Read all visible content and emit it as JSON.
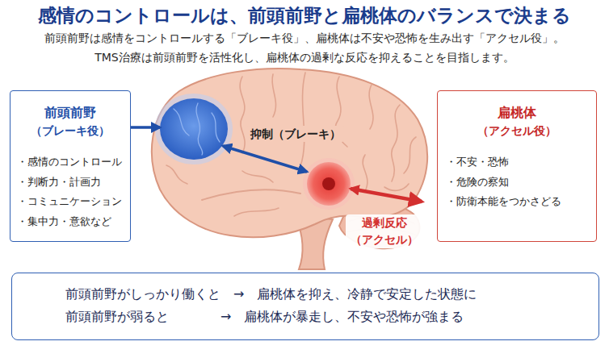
{
  "diagram": {
    "title": "感情のコントロールは、前頭前野と扁桃体のバランスで決まる",
    "nodes": [
      {
        "text": [
          "前頭前野",
          "（ブレーキ役）",
          "・感情のコントロール",
          "・判断力・計画力",
          "・コミュニケーション",
          "・集中力・意欲など"
        ]
      },
      {
        "text": [
          "扁桃体",
          "（アクセル役）",
          "・不安・恐怖",
          "・危険の察知",
          "・防衛本能をつかさどる"
        ]
      },
      {
        "text": [
          "前頭前野がしっかり働くと　→　扁桃体を抑え、冷静で安定した状態に",
          "前頭前野が弱ると　　　　→　扁桃体が暴走し、不安や恐怖が強まる"
        ]
      }
    ],
    "labels": [
      "前頭前野は感情をコントロールする「ブレーキ役」、扁桃体は不安や恐怖を生み出す「アクセル役」。",
      "TMS治療は前頭前野を活性化し、扁桃体の過剰な反応を抑えることを目指します。",
      "抑制（ブレーキ）",
      "過剰反応 （アクセル）"
    ]
  }
}
